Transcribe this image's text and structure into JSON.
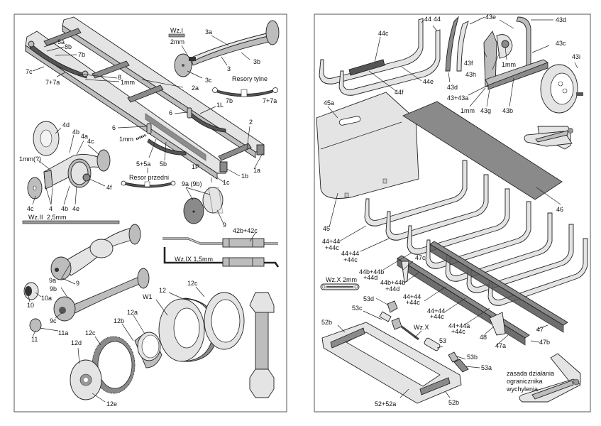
{
  "panels": {
    "left": {
      "frame_label": "Left instruction panel: chassis frame, axles, springs, wheels",
      "labels": {
        "l8a": "8a",
        "l8b": "8b",
        "l7b": "7b",
        "l7c": "7c",
        "l77a": "7+7a",
        "l8": "8",
        "l1mm_a": "1mm",
        "wz1_title": "Wz.I",
        "wz1_size": "2mm",
        "l3a": "3a",
        "l3b": "3b",
        "l3": "3",
        "l3c": "3c",
        "resory_tylne": "Resory tylne",
        "l7b_r": "7b",
        "l77a_r": "7+7a",
        "l2a": "2a",
        "l1L": "1L",
        "l6a": "6",
        "l6b": "6",
        "l1mm_b": "1mm",
        "l2": "2",
        "l55a": "5+5a",
        "l5b": "5b",
        "l1P": "1P",
        "l1b": "1b",
        "l1a": "1a",
        "l1c": "1c",
        "resor_przedni": "Resor przedni",
        "l4d": "4d",
        "l4b_t": "4b",
        "l4a": "4a",
        "l4c_t": "4c",
        "l1mmq": "1mm(?)",
        "l4f": "4f",
        "l4c_b": "4c",
        "l4": "4",
        "l4b_b": "4b",
        "l4e": "4e",
        "wz2_title": "Wz.II",
        "wz2_size": "2,5mm",
        "l9a9b": "9a (9b)",
        "l9": "9",
        "l42": "42b+42c",
        "wz9": "Wz.IX  1,5mm",
        "l9a2": "9a",
        "l9_2": "9",
        "l9b2": "9b",
        "l10a": "10a",
        "l10": "10",
        "l9c": "9c",
        "l11a": "11a",
        "l11": "11",
        "lW1": "W1",
        "l12": "12",
        "l12c_t": "12c",
        "l12a": "12a",
        "l12b": "12b",
        "l12c_b": "12c",
        "l12d": "12d",
        "l12e": "12e"
      }
    },
    "right": {
      "frame_label": "Right instruction panel: body frames, spare wheel carrier, drawbar",
      "labels": {
        "l44_a": "44",
        "l44_b": "44",
        "l44c": "44c",
        "l44e": "44e",
        "l44f": "44f",
        "l43e": "43e",
        "l43d_t": "43d",
        "l43c": "43c",
        "l43i": "43i",
        "l43f": "43f",
        "l1mm_r1": "1mm",
        "l43h": "43h",
        "l43d_b": "43d",
        "l4343a": "43+43a",
        "l1mm_r2": "1mm",
        "l43g": "43g",
        "l43b": "43b",
        "l45a": "45a",
        "l45": "45",
        "l46": "46",
        "s1a": "44+44",
        "s1b": "+44c",
        "s2a": "44+44",
        "s2b": "+44c",
        "s3a": "44b+44b",
        "s3b": "+44d",
        "s4a": "44b+44b",
        "s4b": "+44d",
        "s5a": "44+44",
        "s5b": "+44c",
        "s6a": "44+44",
        "s6b": "+44c",
        "s7a": "44+44a",
        "s7b": "+44c",
        "l47c": "47c",
        "l47": "47",
        "l47a": "47a",
        "l47b": "47b",
        "l48": "48",
        "wzx_title": "Wz.X  2mm",
        "l53d": "53d",
        "l53c": "53c",
        "l52b_t": "52b",
        "wzx2": "Wz.X",
        "l53": "53",
        "l53b": "53b",
        "l53a": "53a",
        "l5252a": "52+52a",
        "l52b_b": "52b",
        "note1": "zasada działania",
        "note2": "ogranicznika",
        "note3": "wychylenia"
      }
    }
  },
  "colors": {
    "frame": "#555555",
    "light": "#e4e4e4",
    "medium": "#bdbdbd",
    "dark": "#8a8a8a"
  }
}
